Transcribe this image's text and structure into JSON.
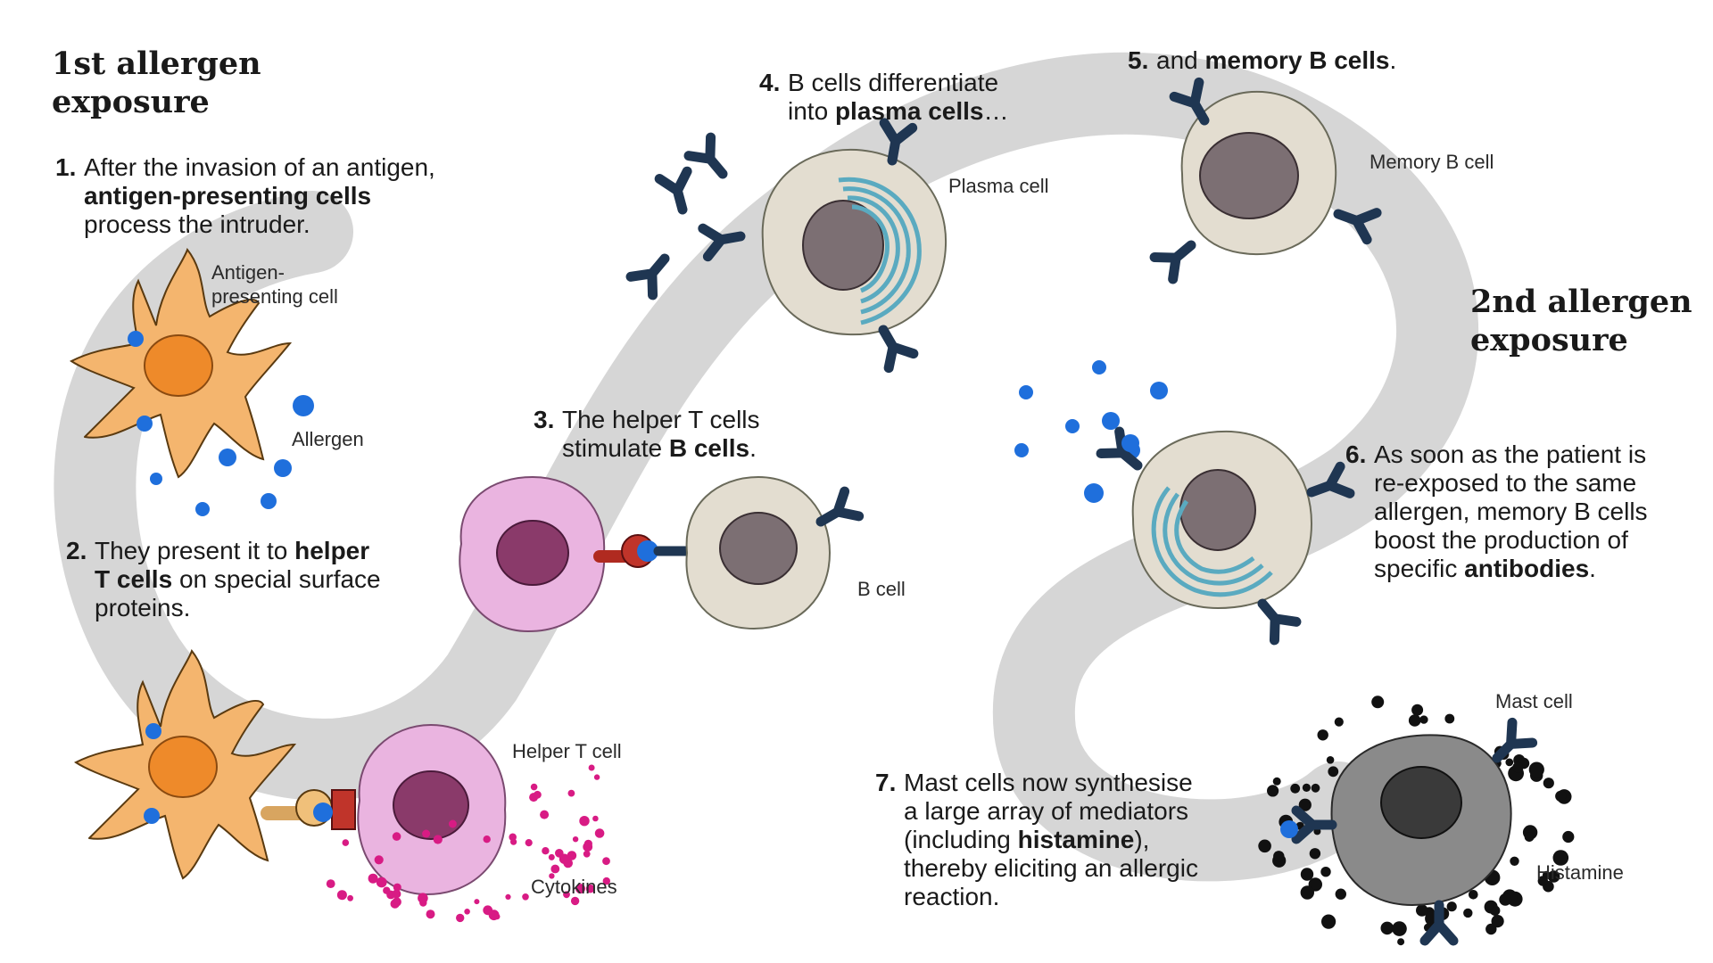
{
  "headings": {
    "first_exposure": [
      "1st allergen",
      "exposure"
    ],
    "second_exposure": [
      "2nd allergen",
      "exposure"
    ]
  },
  "steps": {
    "s1": {
      "num": "1.",
      "lines": [
        [
          {
            "t": "After the invasion of an antigen,"
          }
        ],
        [
          {
            "t": "antigen-presenting cells",
            "b": true
          }
        ],
        [
          {
            "t": "process the intruder."
          }
        ]
      ]
    },
    "s2": {
      "num": "2.",
      "lines": [
        [
          {
            "t": "They present it to "
          },
          {
            "t": "helper",
            "b": true
          }
        ],
        [
          {
            "t": "T cells",
            "b": true
          },
          {
            "t": " on special surface"
          }
        ],
        [
          {
            "t": "proteins."
          }
        ]
      ]
    },
    "s3": {
      "num": "3.",
      "lines": [
        [
          {
            "t": "The helper T cells"
          }
        ],
        [
          {
            "t": "stimulate "
          },
          {
            "t": "B cells",
            "b": true
          },
          {
            "t": "."
          }
        ]
      ]
    },
    "s4": {
      "num": "4.",
      "lines": [
        [
          {
            "t": "B cells differentiate"
          }
        ],
        [
          {
            "t": "into "
          },
          {
            "t": "plasma cells",
            "b": true
          },
          {
            "t": "…"
          }
        ]
      ]
    },
    "s5": {
      "num": "5.",
      "lines": [
        [
          {
            "t": "and "
          },
          {
            "t": "memory B cells",
            "b": true
          },
          {
            "t": "."
          }
        ]
      ]
    },
    "s6": {
      "num": "6.",
      "lines": [
        [
          {
            "t": "As soon as the patient is"
          }
        ],
        [
          {
            "t": "re-exposed to the same"
          }
        ],
        [
          {
            "t": "allergen, memory B cells"
          }
        ],
        [
          {
            "t": "boost the production of"
          }
        ],
        [
          {
            "t": "specific "
          },
          {
            "t": "antibodies",
            "b": true
          },
          {
            "t": "."
          }
        ]
      ]
    },
    "s7": {
      "num": "7.",
      "lines": [
        [
          {
            "t": "Mast cells now synthesise"
          }
        ],
        [
          {
            "t": "a large array of mediators"
          }
        ],
        [
          {
            "t": "(including "
          },
          {
            "t": "histamine",
            "b": true
          },
          {
            "t": "),"
          }
        ],
        [
          {
            "t": "thereby eliciting an allergic"
          }
        ],
        [
          {
            "t": "reaction."
          }
        ]
      ]
    }
  },
  "labels": {
    "antigen_presenting_cell": [
      "Antigen-",
      "presenting cell"
    ],
    "allergen": "Allergen",
    "helper_t_cell": "Helper T cell",
    "cytokines": "Cytokines",
    "b_cell": "B cell",
    "plasma_cell": "Plasma cell",
    "memory_b_cell": "Memory B cell",
    "mast_cell": "Mast cell",
    "histamine": "Histamine"
  },
  "colors": {
    "path": "#d6d6d6",
    "allergen": "#1f6fdc",
    "apc_body": "#f4b56e",
    "apc_nucleus": "#ee8a2a",
    "t_cell_body": "#eab4e0",
    "t_cell_nucleus": "#8a3a6a",
    "b_cell_body": "#e3ddd0",
    "b_cell_nucleus": "#7c6f73",
    "er": "#5aaac0",
    "antibody": "#1f3652",
    "receptor": "#c0342a",
    "cytokine": "#d81b84",
    "mast_body": "#8a8a8a",
    "mast_nucleus": "#3a3a3a",
    "histamine": "#111111"
  }
}
